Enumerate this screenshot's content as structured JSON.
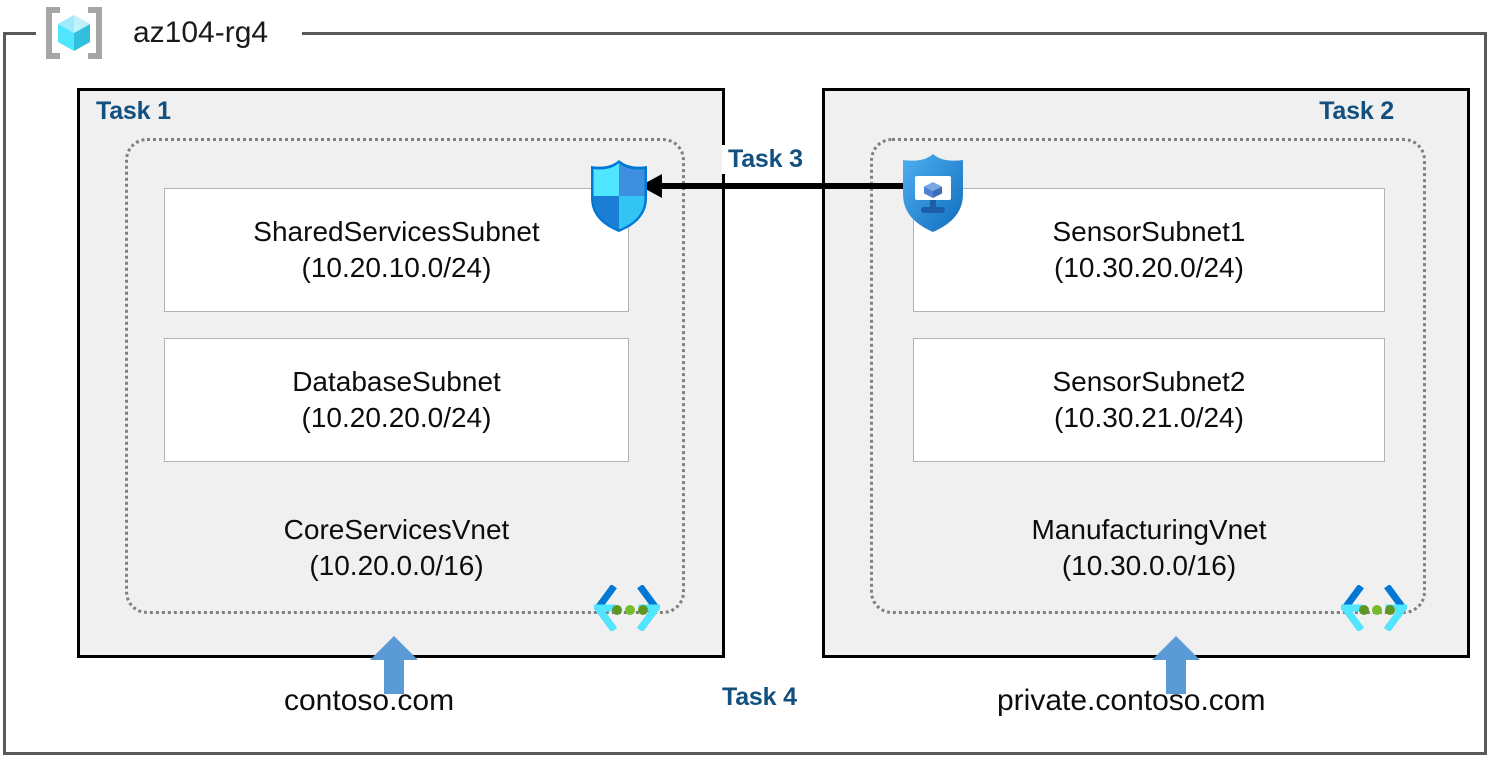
{
  "resource_group": {
    "name": "az104-rg4",
    "icon": "azure-resource-group-cube-icon"
  },
  "panels": [
    {
      "id": "task1",
      "label": "Task 1",
      "vnet": {
        "name": "CoreServicesVnet",
        "cidr": "(10.20.0.0/16)",
        "icon": "virtual-network-icon"
      },
      "subnets": [
        {
          "name": "SharedServicesSubnet",
          "cidr": "(10.20.10.0/24)"
        },
        {
          "name": "DatabaseSubnet",
          "cidr": "(10.20.20.0/24)"
        }
      ],
      "dns_zone": "contoso.com"
    },
    {
      "id": "task2",
      "label": "Task 2",
      "vnet": {
        "name": "ManufacturingVnet",
        "cidr": "(10.30.0.0/16)",
        "icon": "virtual-network-icon"
      },
      "subnets": [
        {
          "name": "SensorSubnet1",
          "cidr": "(10.30.20.0/24)"
        },
        {
          "name": "SensorSubnet2",
          "cidr": "(10.30.21.0/24)"
        }
      ],
      "dns_zone": "private.contoso.com"
    }
  ],
  "connection": {
    "label": "Task 3",
    "direction": "right-to-left",
    "source_icon": "bastion-shield-vm-icon",
    "target_icon": "security-shield-icon"
  },
  "dns_task": {
    "label": "Task 4"
  },
  "colors": {
    "task_label": "#11507f",
    "panel_fill": "#f0f0f0",
    "panel_border": "#000000",
    "vnet_border": "#808080",
    "subnet_border": "#b3b3b3",
    "frame_border": "#595959",
    "arrow_blue": "#5b9bd5",
    "arrow_black": "#000000",
    "cube_cyan": "#32d2f2",
    "shield_blue": "#1f8ce8",
    "glyph_green": "#6aaa26"
  }
}
